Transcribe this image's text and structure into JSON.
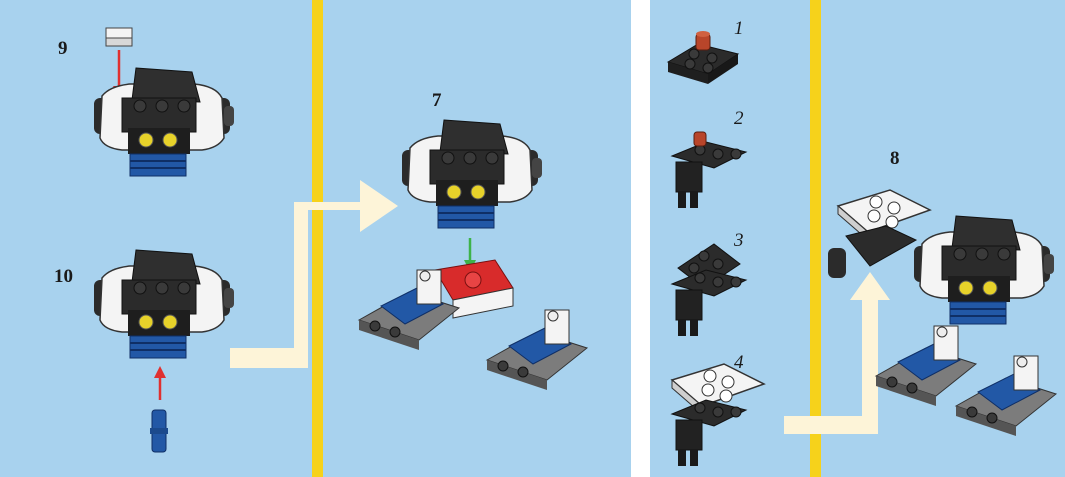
{
  "left_panel": {
    "steps": [
      {
        "label": "9"
      },
      {
        "label": "10"
      },
      {
        "label": "7"
      }
    ]
  },
  "right_panel": {
    "substeps": [
      {
        "label": "1"
      },
      {
        "label": "2"
      },
      {
        "label": "3"
      },
      {
        "label": "4"
      }
    ],
    "main_step": {
      "label": "8"
    }
  },
  "colors": {
    "background": "#a8d2ee",
    "divider": "#f6d21b",
    "arrow": "#fdf4d8",
    "brick_dark": "#2b2b2b",
    "brick_white": "#f4f4f4",
    "brick_blue": "#2258a6",
    "brick_red": "#d82b2b",
    "brick_yellow": "#e7d22a",
    "brick_grey": "#7c7c7c",
    "guide_red": "#e03030",
    "guide_green": "#3db34a"
  },
  "icons": [
    "lego-brick-icon",
    "red-arrow-icon",
    "green-arrow-icon",
    "flow-arrow-icon"
  ]
}
